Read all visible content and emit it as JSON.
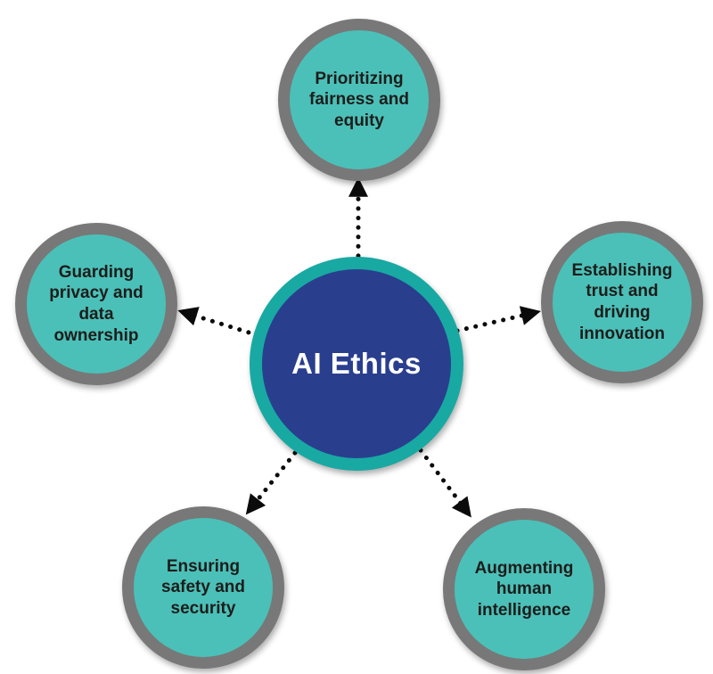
{
  "diagram": {
    "title": "AI Ethics",
    "center": {
      "label": "AI Ethics",
      "fill_color": "#2A3E8E",
      "ring_color": "#18A9A3",
      "text_color": "#FFFFFF"
    },
    "nodes": [
      {
        "id": "top",
        "label": "Prioritizing\nfairness and\nequity"
      },
      {
        "id": "right",
        "label": "Establishing\ntrust and\ndriving\ninnovation"
      },
      {
        "id": "bottom-right",
        "label": "Augmenting\nhuman\nintelligence"
      },
      {
        "id": "bottom-left",
        "label": "Ensuring\nsafety and\nsecurity"
      },
      {
        "id": "left",
        "label": "Guarding\nprivacy and\ndata\nownership"
      }
    ],
    "node_style": {
      "fill_color": "#4BC0B8",
      "ring_color": "#787878",
      "text_color": "#1D1D1B"
    },
    "connector_style": {
      "type": "dotted-line-with-arrowhead",
      "color": "#0B0B0B",
      "direction": "center-to-node"
    }
  }
}
